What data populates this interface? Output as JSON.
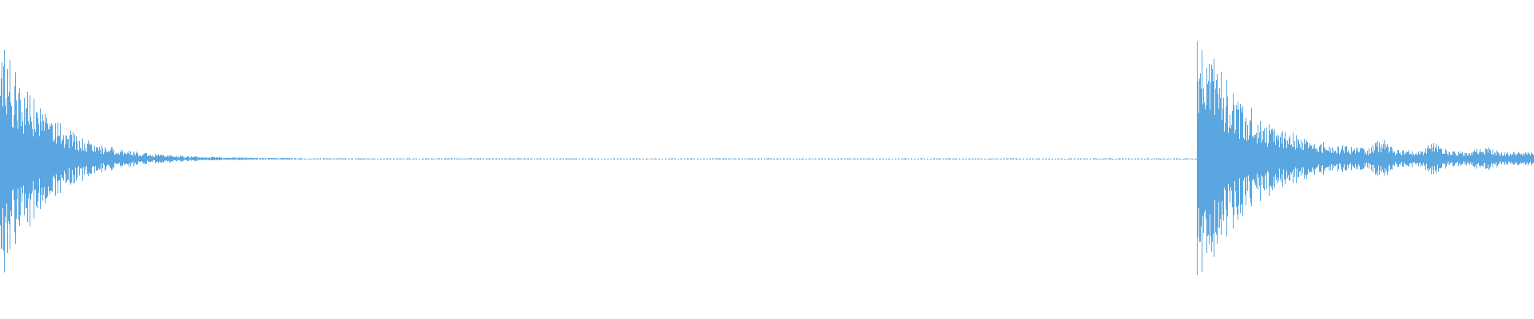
{
  "chart_data": {
    "type": "line",
    "subtype": "audio-waveform",
    "title": "",
    "xlabel": "",
    "ylabel": "",
    "grid": false,
    "legend": "none",
    "ylim": [
      -1,
      1
    ],
    "xlim": [
      0,
      1
    ],
    "color": "#5aa6e0",
    "series": [
      {
        "segments": [
          {
            "x_start": 0.0,
            "x_end": 0.78,
            "attack": 0.0,
            "peak": 0.92,
            "decay": 0.03,
            "floor": 0.004
          },
          {
            "x_start": 0.78,
            "x_end": 1.0,
            "attack": 0.78,
            "peak": 0.96,
            "decay": 0.032,
            "floor": 0.05
          }
        ],
        "bursts": [
          {
            "x": 0.9,
            "width": 0.012,
            "amp": 0.14
          },
          {
            "x": 0.935,
            "width": 0.012,
            "amp": 0.12
          },
          {
            "x": 0.968,
            "width": 0.016,
            "amp": 0.09
          }
        ]
      }
    ]
  }
}
